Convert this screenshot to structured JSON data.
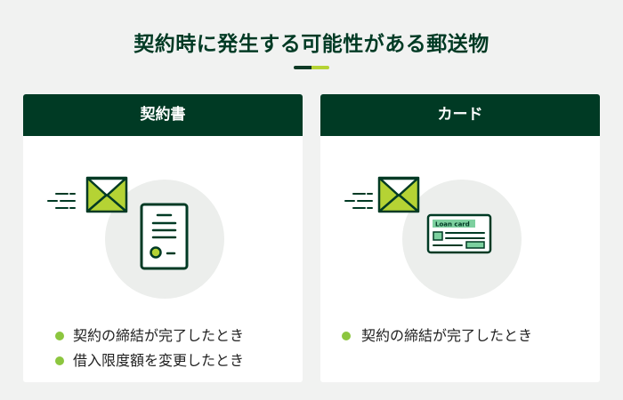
{
  "title": "契約時に発生する可能性がある郵送物",
  "cards": [
    {
      "heading": "契約書",
      "conditions": [
        "契約の締結が完了したとき",
        "借入限度額を変更したとき"
      ]
    },
    {
      "heading": "カード",
      "card_label": "Loan card",
      "conditions": [
        "契約の締結が完了したとき"
      ]
    }
  ],
  "colors": {
    "dark_green": "#003a24",
    "lime": "#b5d334",
    "bullet_green": "#8cc63f",
    "background": "#f1f2f1",
    "circle_bg": "#eceeec"
  },
  "icons": [
    "envelope-icon",
    "document-icon",
    "loan-card-icon",
    "speed-lines-icon",
    "bullet-icon"
  ]
}
